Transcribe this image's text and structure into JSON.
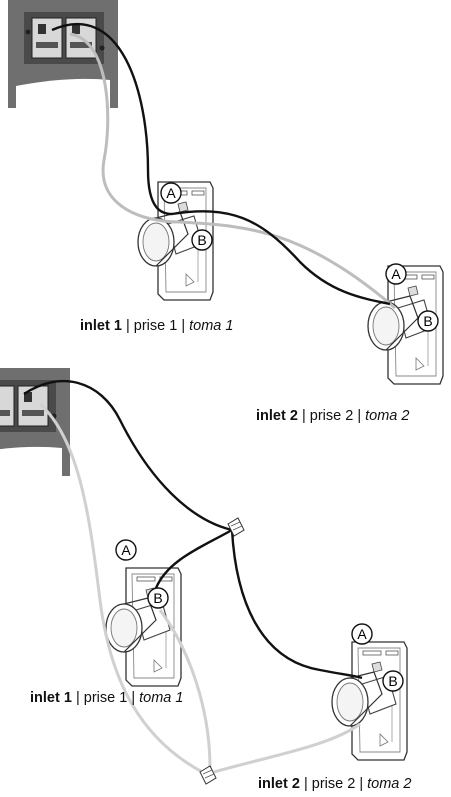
{
  "diagram_top": {
    "inlet_1": {
      "marker_a": "A",
      "marker_b": "B",
      "caption_bold": "inlet 1",
      "caption_fr": "prise 1",
      "caption_es": "toma 1"
    },
    "inlet_2": {
      "marker_a": "A",
      "marker_b": "B",
      "caption_bold": "inlet 2",
      "caption_fr": "prise 2",
      "caption_es": "toma 2"
    }
  },
  "diagram_bottom": {
    "inlet_1": {
      "marker_a": "A",
      "marker_b": "B",
      "caption_bold": "inlet 1",
      "caption_fr": "prise 1",
      "caption_es": "toma 1"
    },
    "inlet_2": {
      "marker_a": "A",
      "marker_b": "B",
      "caption_bold": "inlet 2",
      "caption_fr": "prise 2",
      "caption_es": "toma 2"
    }
  },
  "separator": "|",
  "colors": {
    "wire_black": "#111111",
    "wire_gray": "#bdbdbd",
    "terminal_box": "#6f6f6f"
  }
}
